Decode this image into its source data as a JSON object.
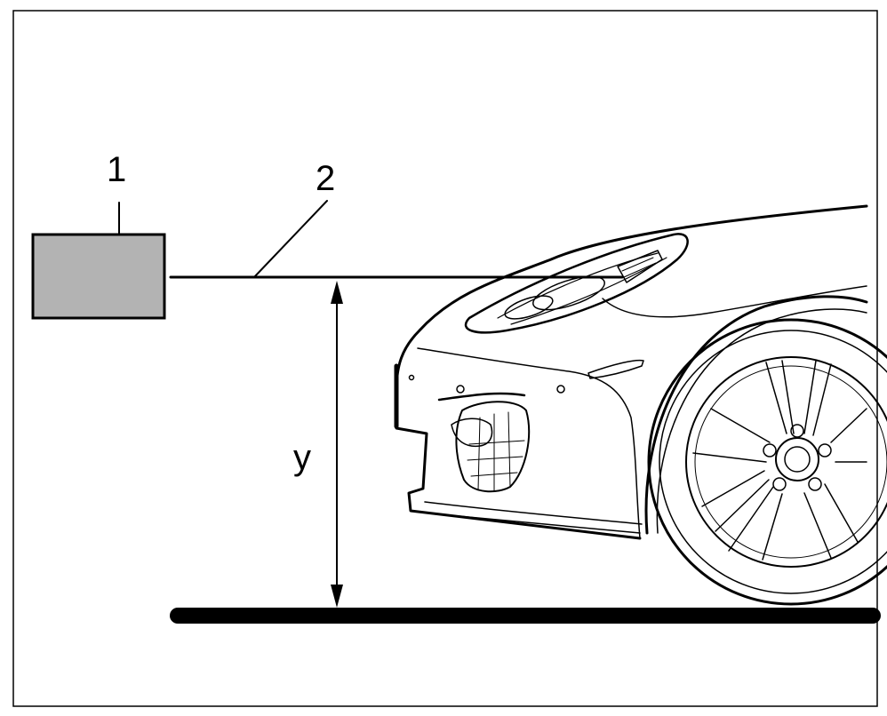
{
  "labels": {
    "device": "1",
    "beam": "2",
    "height": "y"
  },
  "colors": {
    "device_fill": "#b3b3b3",
    "line": "#000000",
    "background": "#ffffff"
  }
}
